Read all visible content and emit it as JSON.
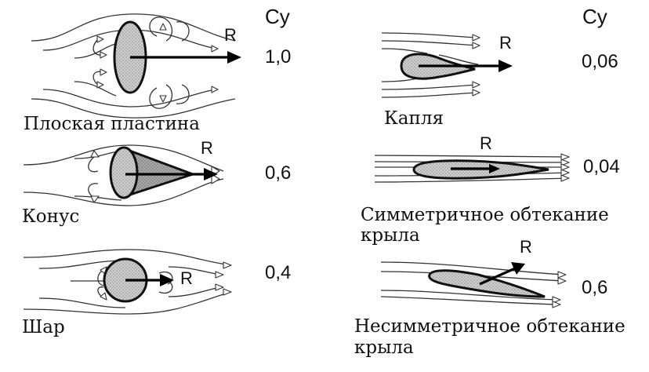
{
  "headers": {
    "cy_left": "Cy",
    "cy_right": "Cy"
  },
  "force_label": "R",
  "items": [
    {
      "id": "flat-plate",
      "label": "Плоская пластина",
      "cy": "1,0"
    },
    {
      "id": "cone",
      "label": "Конус",
      "cy": "0,6"
    },
    {
      "id": "sphere",
      "label": "Шар",
      "cy": "0,4"
    },
    {
      "id": "drop",
      "label": "Капля",
      "cy": "0,06"
    },
    {
      "id": "wing-sym",
      "label_line1": "Симметричное обтекание",
      "label_line2": "крыла",
      "cy": "0,04"
    },
    {
      "id": "wing-asym",
      "label_line1": "Несимметричное обтекание",
      "label_line2": "крыла",
      "cy": "0,6"
    }
  ],
  "colors": {
    "ink": "#111111",
    "body_fill": "#c8c8c8",
    "stream": "#333333"
  }
}
